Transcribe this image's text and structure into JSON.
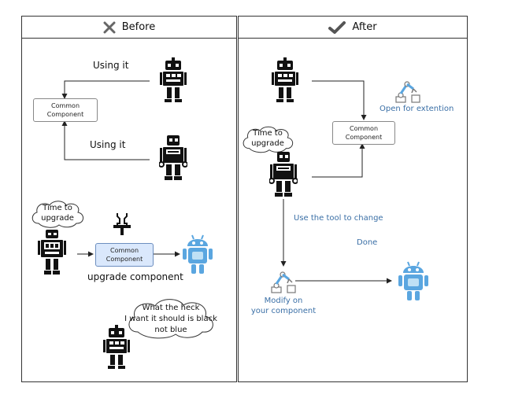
{
  "before_panel": {
    "title": "Before",
    "using_it_1": "Using it",
    "using_it_2": "Using it",
    "common_component_1": [
      "Common",
      "Component"
    ],
    "time_to_upgrade": [
      "Time to",
      "upgrade"
    ],
    "common_component_2": [
      "Common",
      "Component"
    ],
    "upgrade_component": "upgrade component",
    "complaint": [
      "What the heck",
      "I want it should is black",
      "not blue"
    ]
  },
  "after_panel": {
    "title": "After",
    "open_for_extension": "Open for extention",
    "common_component": [
      "Common",
      "Component"
    ],
    "time_to_upgrade": [
      "Time to",
      "upgrade"
    ],
    "use_the_tool": "Use the tool to change",
    "done": "Done",
    "modify": [
      "Modify on",
      "your component"
    ]
  },
  "colors": {
    "robot_dark": "#111111",
    "robot_blue": "#5aa6e0",
    "accent_text": "#3a6fa6",
    "box_fill": "#dae8fc"
  }
}
